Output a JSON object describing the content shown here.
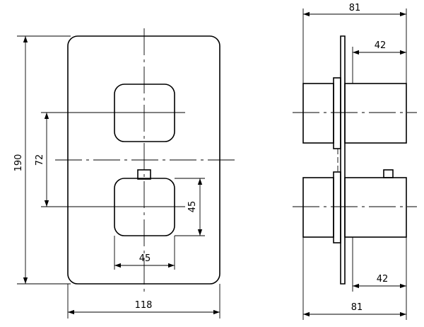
{
  "front_view": {
    "overall_width": "118",
    "overall_height": "190",
    "knob_spacing": "72",
    "knob_width": "45",
    "knob_height": "45"
  },
  "side_view": {
    "upper_total_depth": "81",
    "upper_knob_depth": "42",
    "lower_total_depth": "81",
    "lower_knob_depth": "42"
  }
}
